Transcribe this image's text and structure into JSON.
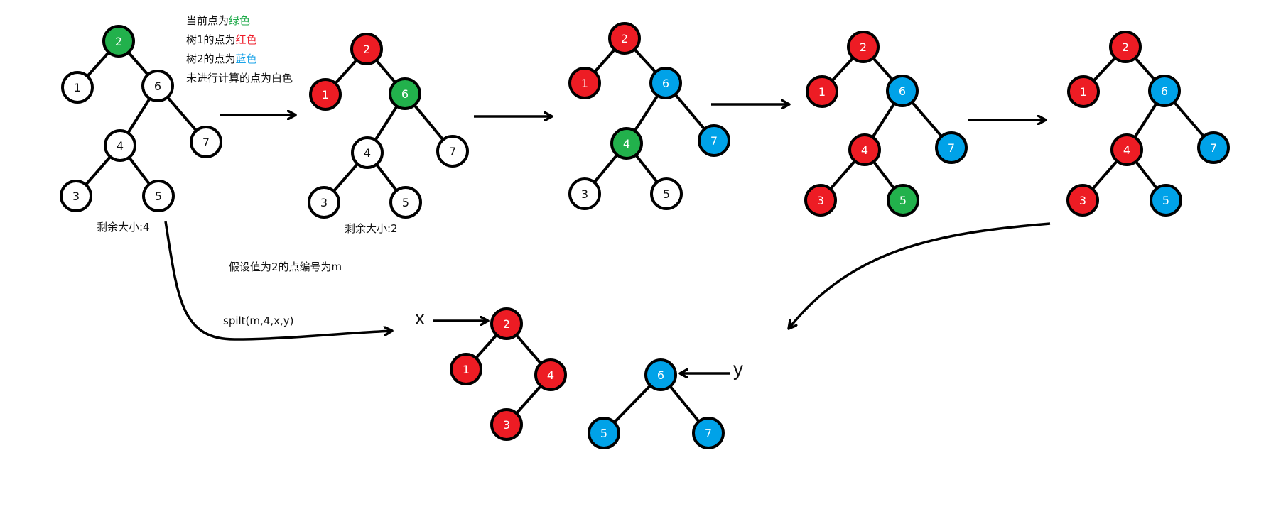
{
  "legend": {
    "line1_prefix": "当前点为",
    "line1_color_word": "绿色",
    "line2_prefix": "树1的点为",
    "line2_color_word": "红色",
    "line3_prefix": "树2的点为",
    "line3_color_word": "蓝色",
    "line4": "未进行计算的点为白色"
  },
  "labels": {
    "remaining_1": "剩余大小:4",
    "remaining_2": "剩余大小:2",
    "assumption": "假设值为2的点编号为m",
    "call": "spilt(m,4,x,y)",
    "x_var": "x",
    "y_var": "y"
  },
  "colors": {
    "white": "#ffffff",
    "green": "#22b14c",
    "red": "#ed1c24",
    "blue": "#00a2e8",
    "stroke": "#000000"
  },
  "trees": [
    {
      "id": "stage-1",
      "nodes": [
        {
          "label": "2",
          "state": "green"
        },
        {
          "label": "1",
          "state": "white"
        },
        {
          "label": "6",
          "state": "white"
        },
        {
          "label": "4",
          "state": "white"
        },
        {
          "label": "7",
          "state": "white"
        },
        {
          "label": "3",
          "state": "white"
        },
        {
          "label": "5",
          "state": "white"
        }
      ],
      "edges": [
        [
          "2",
          "1"
        ],
        [
          "2",
          "6"
        ],
        [
          "6",
          "4"
        ],
        [
          "6",
          "7"
        ],
        [
          "4",
          "3"
        ],
        [
          "4",
          "5"
        ]
      ]
    },
    {
      "id": "stage-2",
      "nodes": [
        {
          "label": "2",
          "state": "red"
        },
        {
          "label": "1",
          "state": "red"
        },
        {
          "label": "6",
          "state": "green"
        },
        {
          "label": "4",
          "state": "white"
        },
        {
          "label": "7",
          "state": "white"
        },
        {
          "label": "3",
          "state": "white"
        },
        {
          "label": "5",
          "state": "white"
        }
      ],
      "edges": [
        [
          "2",
          "1"
        ],
        [
          "2",
          "6"
        ],
        [
          "6",
          "4"
        ],
        [
          "6",
          "7"
        ],
        [
          "4",
          "3"
        ],
        [
          "4",
          "5"
        ]
      ]
    },
    {
      "id": "stage-3",
      "nodes": [
        {
          "label": "2",
          "state": "red"
        },
        {
          "label": "1",
          "state": "red"
        },
        {
          "label": "6",
          "state": "blue"
        },
        {
          "label": "4",
          "state": "green"
        },
        {
          "label": "7",
          "state": "blue"
        },
        {
          "label": "3",
          "state": "white"
        },
        {
          "label": "5",
          "state": "white"
        }
      ],
      "edges": [
        [
          "2",
          "1"
        ],
        [
          "2",
          "6"
        ],
        [
          "6",
          "4"
        ],
        [
          "6",
          "7"
        ],
        [
          "4",
          "3"
        ],
        [
          "4",
          "5"
        ]
      ]
    },
    {
      "id": "stage-4",
      "nodes": [
        {
          "label": "2",
          "state": "red"
        },
        {
          "label": "1",
          "state": "red"
        },
        {
          "label": "6",
          "state": "blue"
        },
        {
          "label": "4",
          "state": "red"
        },
        {
          "label": "7",
          "state": "blue"
        },
        {
          "label": "3",
          "state": "red"
        },
        {
          "label": "5",
          "state": "green"
        }
      ],
      "edges": [
        [
          "2",
          "1"
        ],
        [
          "2",
          "6"
        ],
        [
          "6",
          "4"
        ],
        [
          "6",
          "7"
        ],
        [
          "4",
          "3"
        ],
        [
          "4",
          "5"
        ]
      ]
    },
    {
      "id": "stage-5",
      "nodes": [
        {
          "label": "2",
          "state": "red"
        },
        {
          "label": "1",
          "state": "red"
        },
        {
          "label": "6",
          "state": "blue"
        },
        {
          "label": "4",
          "state": "red"
        },
        {
          "label": "7",
          "state": "blue"
        },
        {
          "label": "3",
          "state": "red"
        },
        {
          "label": "5",
          "state": "blue"
        }
      ],
      "edges": [
        [
          "2",
          "1"
        ],
        [
          "2",
          "6"
        ],
        [
          "6",
          "4"
        ],
        [
          "6",
          "7"
        ],
        [
          "4",
          "3"
        ],
        [
          "4",
          "5"
        ]
      ]
    },
    {
      "id": "result-x",
      "nodes": [
        {
          "label": "2",
          "state": "red"
        },
        {
          "label": "1",
          "state": "red"
        },
        {
          "label": "4",
          "state": "red"
        },
        {
          "label": "3",
          "state": "red"
        }
      ],
      "edges": [
        [
          "2",
          "1"
        ],
        [
          "2",
          "4"
        ],
        [
          "4",
          "3"
        ]
      ]
    },
    {
      "id": "result-y",
      "nodes": [
        {
          "label": "6",
          "state": "blue"
        },
        {
          "label": "5",
          "state": "blue"
        },
        {
          "label": "7",
          "state": "blue"
        }
      ],
      "edges": [
        [
          "6",
          "5"
        ],
        [
          "6",
          "7"
        ]
      ]
    }
  ]
}
